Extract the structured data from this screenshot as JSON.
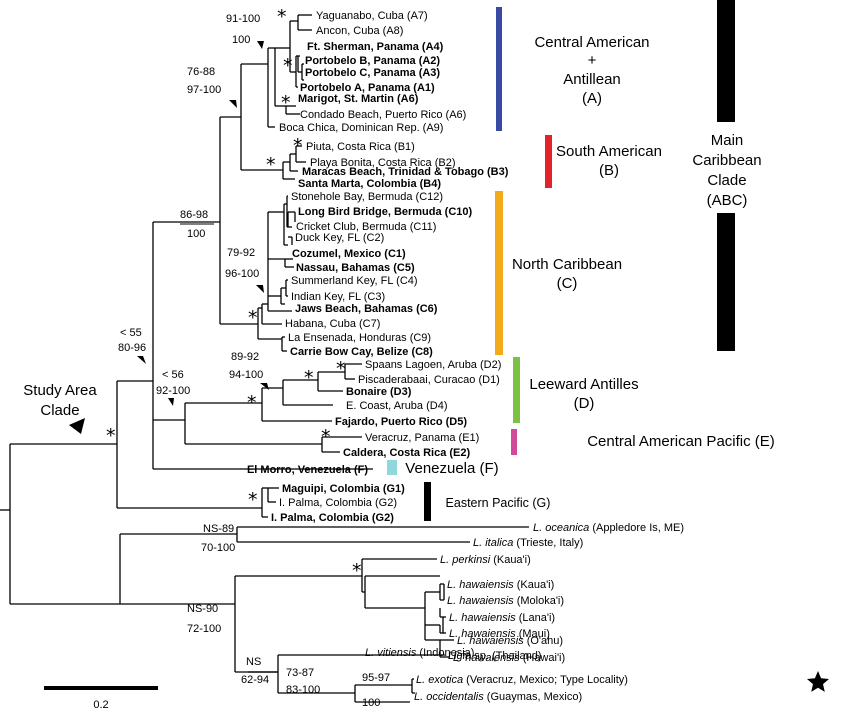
{
  "taxa": {
    "a7": "Yaguanabo, Cuba (A7)",
    "a8": "Ancon, Cuba (A8)",
    "a4": "Ft. Sherman, Panama (A4)",
    "a2": "Portobelo B, Panama (A2)",
    "a3": "Portobelo C, Panama (A3)",
    "a1": "Portobelo A, Panama (A1)",
    "a6m": "Marigot, St. Martin (A6)",
    "a6c": "Condado Beach, Puerto Rico (A6)",
    "a9": "Boca Chica, Dominican Rep. (A9)",
    "b1": "Piuta, Costa Rica (B1)",
    "b2": "Playa Bonita, Costa Rica (B2)",
    "b3": "Maracas Beach, Trinidad & Tobago (B3)",
    "b4": "Santa Marta, Colombia (B4)",
    "c12": "Stonehole Bay, Bermuda (C12)",
    "c10": "Long Bird Bridge, Bermuda (C10)",
    "c11": "Cricket Club, Bermuda (C11)",
    "c2": "Duck Key, FL (C2)",
    "c1": "Cozumel, Mexico (C1)",
    "c5": "Nassau, Bahamas (C5)",
    "c4": "Summerland Key, FL (C4)",
    "c3": "Indian Key, FL (C3)",
    "c6": "Jaws Beach, Bahamas (C6)",
    "c7": "Habana, Cuba (C7)",
    "c9": "La Ensenada, Honduras (C9)",
    "c8": "Carrie Bow Cay, Belize (C8)",
    "d2": "Spaans Lagoen, Aruba (D2)",
    "d1": "Piscaderabaai, Curacao (D1)",
    "d3": "Bonaire (D3)",
    "d4": "E. Coast, Aruba (D4)",
    "d5": "Fajardo, Puerto Rico (D5)",
    "e1": "Veracruz, Panama (E1)",
    "e2": "Caldera, Costa Rica (E2)",
    "f": "El Morro, Venezuela (F)",
    "g1": "Maguipi, Colombia (G1)",
    "g2": "I. Palma, Colombia (G2)",
    "g2b": "I. Palma, Colombia (G2)",
    "oceanica_sp": "L. oceanica",
    "oceanica_loc": " (Appledore Is, ME)",
    "italica_sp": "L. italica",
    "italica_loc": " (Trieste, Italy)",
    "perkinsi_sp": "L. perkinsi",
    "perkinsi_loc": " (Kaua'i)",
    "haw1_sp": "L. hawaiensis",
    "haw1_loc": " (Kaua'i)",
    "haw2_sp": "L. hawaiensis",
    "haw2_loc": " (Moloka'i)",
    "haw3_sp": "L. hawaiensis",
    "haw3_loc": " (Lana'i)",
    "haw4_sp": "L. hawaiensis",
    "haw4_loc": " (Maui)",
    "haw5_sp": "L. hawaiensis",
    "haw5_loc": "  (O'ahu)",
    "haw6_sp": "L. hawaiensis",
    "haw6_loc": "  (Hawai'i)",
    "vitiensis_sp": "L. vitiensis",
    "vitiensis_loc": " (Indonesia)",
    "thailand_sp": "Ligia",
    "thailand_loc": " sp. (Thailand)",
    "exotica_sp": "L. exotica",
    "exotica_loc": " (Veracruz, Mexico; Type Locality)",
    "occidentalis_sp": "L. occidentalis",
    "occidentalis_loc": " (Guaymas, Mexico)"
  },
  "support": {
    "s1": "91-100",
    "s2": "100",
    "s3": "76-88",
    "s4": "97-100",
    "s5": "86-98",
    "s6": "100",
    "s7": "79-92",
    "s8": "96-100",
    "s9": "< 55",
    "s10": "80-96",
    "s11": "< 56",
    "s12": "92-100",
    "s13": "89-92",
    "s14": "94-100",
    "s15": "NS-89",
    "s16": "70-100",
    "s17": "NS-90",
    "s18": "72-100",
    "s19": "NS",
    "s20": "62-94",
    "s21": "73-87",
    "s22": "83-100",
    "s23": "95-97",
    "s24": "100",
    "star": "*"
  },
  "clades": {
    "a_line1": "Central American",
    "a_line2": "+",
    "a_line3": "Antillean",
    "a_line4": "(A)",
    "b_line1": "South American",
    "b_line2": "(B)",
    "c_line1": "North Caribbean",
    "c_line2": "(C)",
    "d_line1": "Leeward Antilles",
    "d_line2": "(D)",
    "e": "Central American Pacific (E)",
    "f": "Venezuela (F)",
    "g": "Eastern Pacific (G)",
    "main_line1": "Main",
    "main_line2": "Caribbean",
    "main_line3": "Clade",
    "main_line4": "(ABC)",
    "study_line1": "Study Area",
    "study_line2": "Clade"
  },
  "colors": {
    "clade_a": "#3a4aa3",
    "clade_b": "#e3232a",
    "clade_c": "#f2ac1b",
    "clade_d": "#7bc142",
    "clade_e": "#d2499a",
    "clade_f": "#8ed8dd",
    "clade_g": "#000000",
    "main": "#000000"
  },
  "scale_bar": {
    "label": "0.2"
  }
}
